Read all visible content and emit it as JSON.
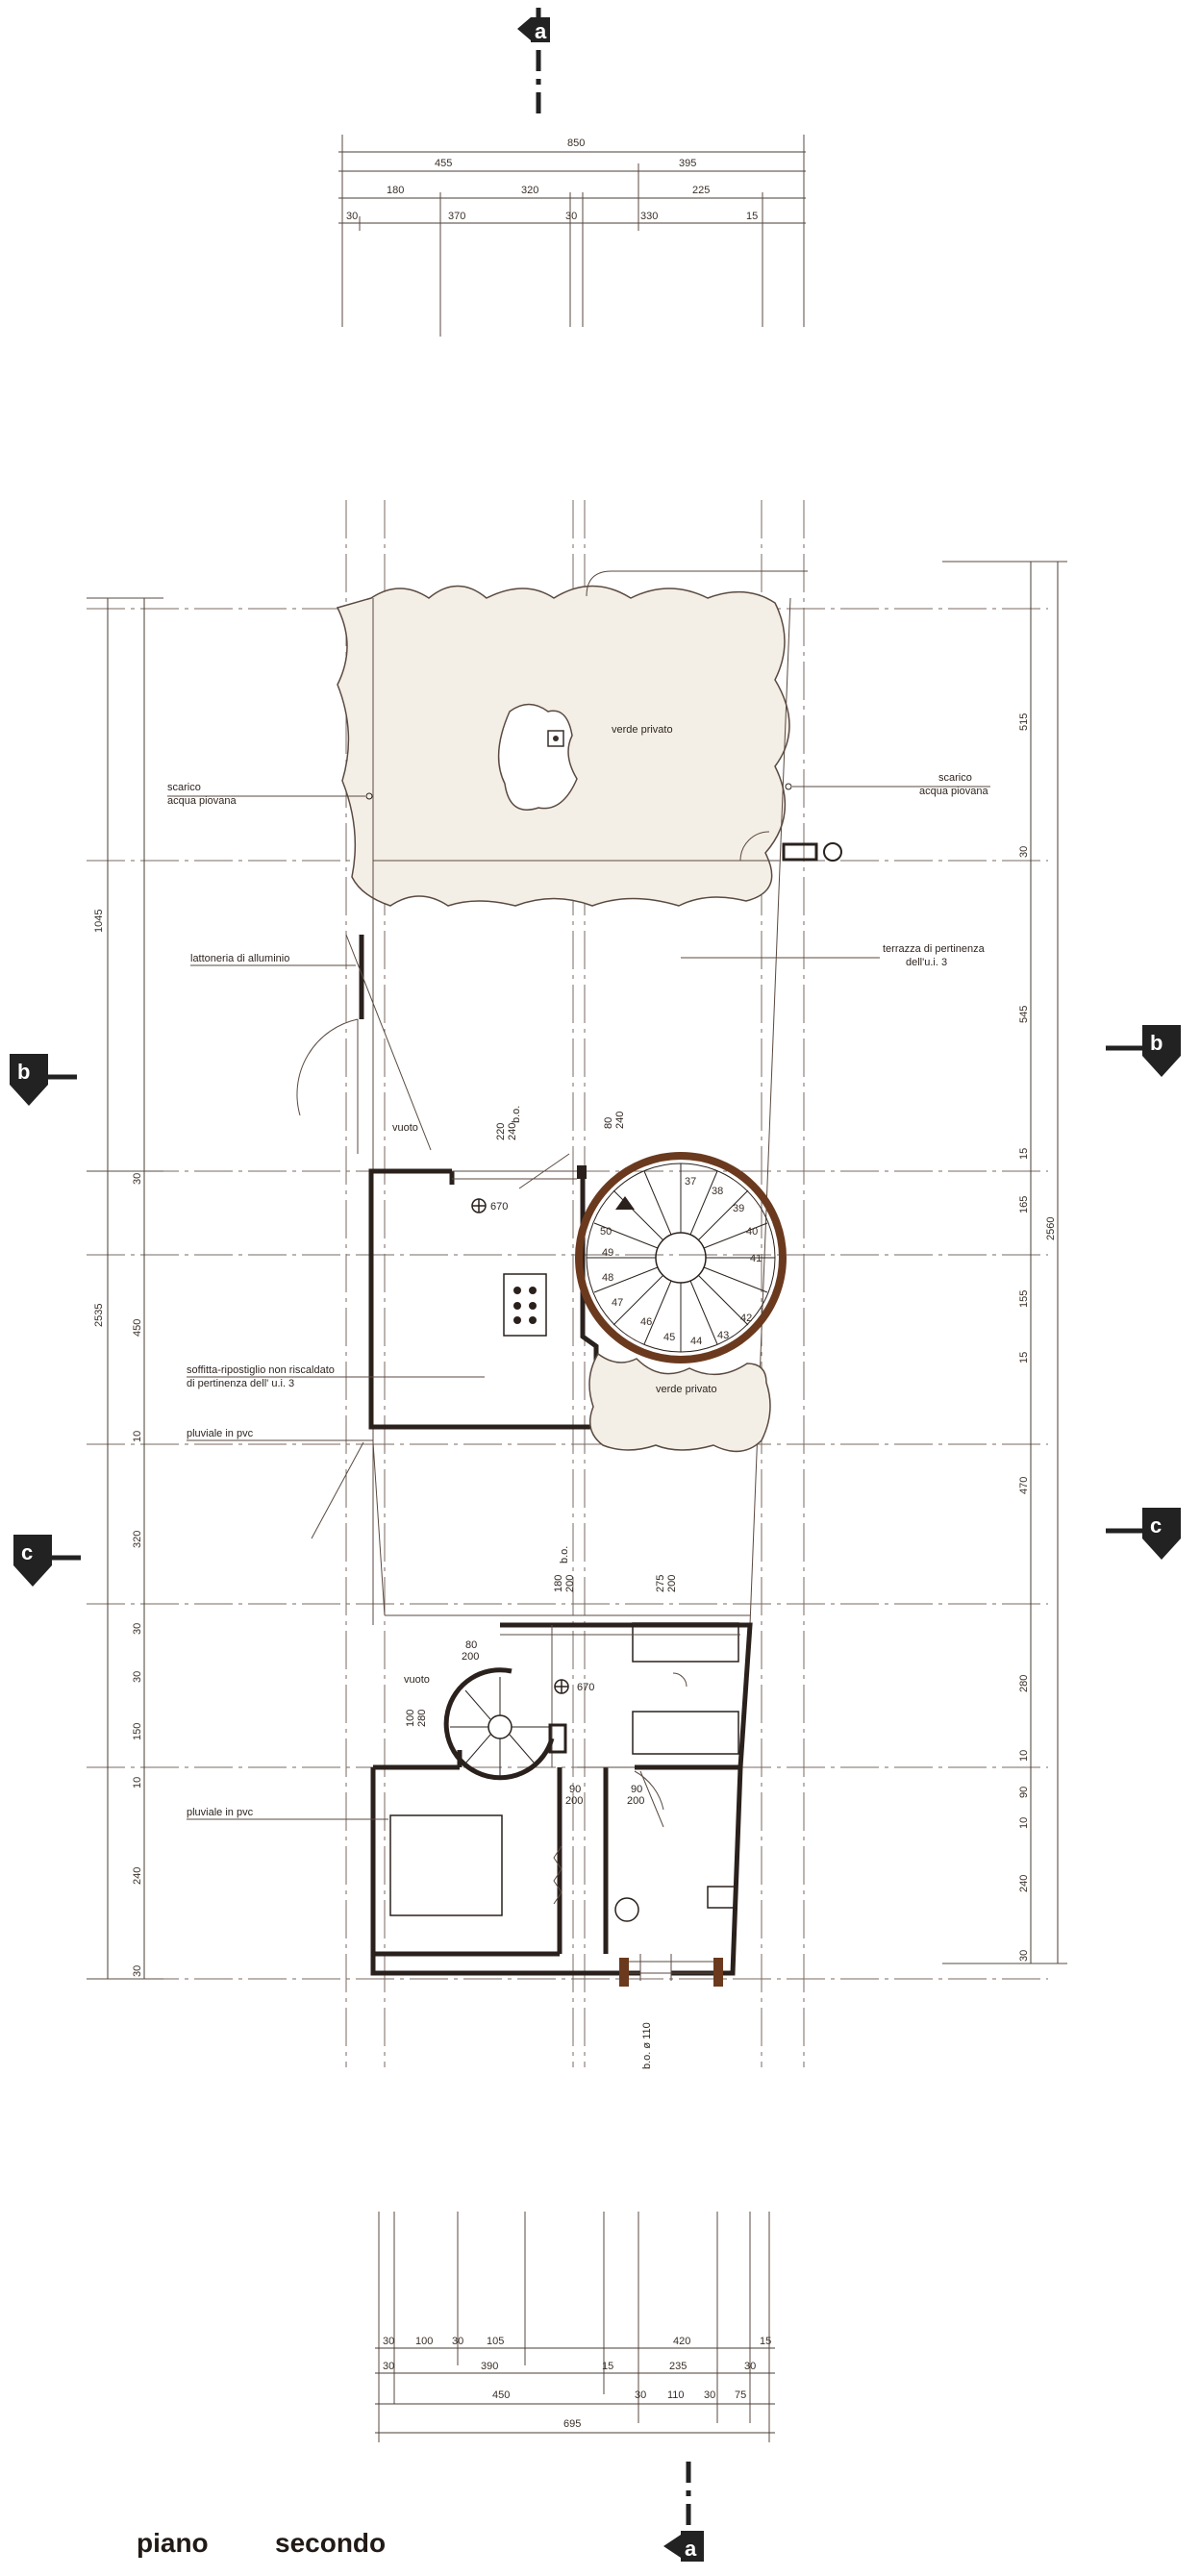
{
  "title": {
    "word1": "piano",
    "word2": "secondo"
  },
  "sections": {
    "a_top": "a",
    "a_bottom": "a",
    "b_left": "b",
    "b_right": "b",
    "c_left": "c",
    "c_right": "c"
  },
  "dims_top": {
    "row1": [
      "850"
    ],
    "row2": [
      "455",
      "395"
    ],
    "row3": [
      "180",
      "320",
      "225"
    ],
    "row4": [
      "30",
      "370",
      "30",
      "330",
      "15"
    ]
  },
  "dims_bottom": {
    "row1": [
      "30",
      "100",
      "30",
      "105",
      "420",
      "15"
    ],
    "row2": [
      "30",
      "390",
      "15",
      "235",
      "30"
    ],
    "row3": [
      "450",
      "30",
      "110",
      "30",
      "75"
    ],
    "row4": [
      "695"
    ]
  },
  "dims_left": {
    "outer": [
      "1045",
      "2535"
    ],
    "inner": [
      "30",
      "450",
      "10",
      "320",
      "30",
      "30",
      "150",
      "10",
      "240",
      "30"
    ]
  },
  "dims_right": {
    "outer": [
      "2560"
    ],
    "inner": [
      "515",
      "30",
      "545",
      "15",
      "165",
      "155",
      "15",
      "470",
      "280",
      "10",
      "90",
      "10",
      "240",
      "30"
    ]
  },
  "labels": {
    "verde_privato_top": "verde privato",
    "scarico_left_1": "scarico",
    "scarico_left_2": "acqua piovana",
    "scarico_right_1": "scarico",
    "scarico_right_2": "acqua piovana",
    "lattoneria": "lattoneria di alluminio",
    "terrazza_1": "terrazza di pertinenza",
    "terrazza_2": "dell'u.i. 3",
    "vuoto_1": "vuoto",
    "vuoto_2": "vuoto",
    "soffitta_1": "soffitta-ripostiglio non riscaldato",
    "soffitta_2": "di pertinenza dell' u.i. 3",
    "pluviale_1": "pluviale in pvc",
    "pluviale_2": "pluviale in pvc",
    "verde_privato_mid": "verde privato",
    "level_1": "670",
    "level_2": "670",
    "door_1": "220",
    "door_1b": "240",
    "door_2": "80",
    "door_2b": "240",
    "door_3": "180",
    "door_3b": "200",
    "door_4": "275",
    "door_4b": "200",
    "door_5": "90",
    "door_5b": "200",
    "door_6": "90",
    "door_6b": "200",
    "door_7": "80",
    "door_7b": "200",
    "door_8": "100",
    "door_8b": "280",
    "bo_1": "b.o.",
    "bo_2": "b.o.",
    "bo_3": "b.o. ø 110",
    "stair_nums": [
      "37",
      "38",
      "39",
      "40",
      "41",
      "42",
      "43",
      "44",
      "45",
      "46",
      "47",
      "48",
      "49",
      "50"
    ]
  }
}
